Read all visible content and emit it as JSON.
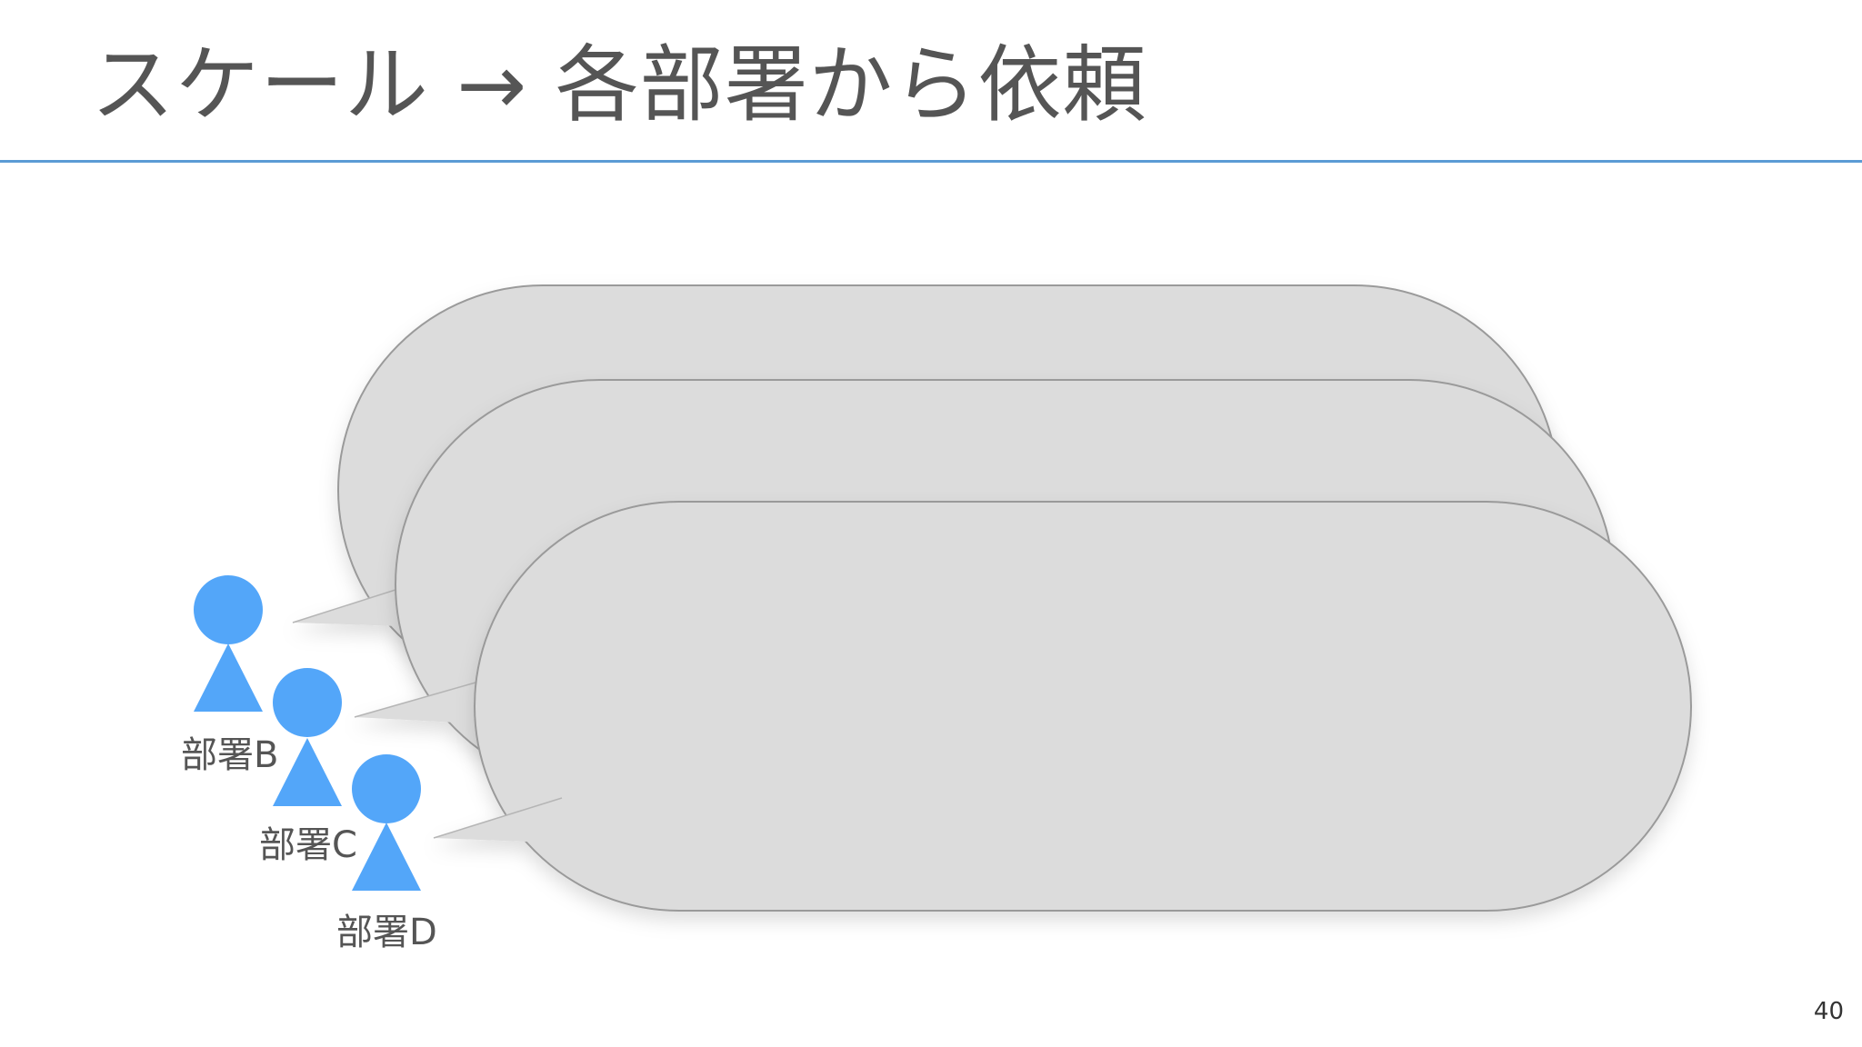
{
  "slide": {
    "title": "スケール → 各部署から依頼",
    "page_number": "40",
    "accent_color": "#5b9bd5",
    "person_icon_color": "#53a6f9",
    "bubble_fill": "#dcdcdc",
    "bubble_stroke": "#9a9a9a"
  },
  "requesters": [
    {
      "label": "部署B",
      "icon": "person-icon",
      "bubble": "speech-bubble"
    },
    {
      "label": "部署C",
      "icon": "person-icon",
      "bubble": "speech-bubble"
    },
    {
      "label": "部署D",
      "icon": "person-icon",
      "bubble": "speech-bubble"
    }
  ]
}
